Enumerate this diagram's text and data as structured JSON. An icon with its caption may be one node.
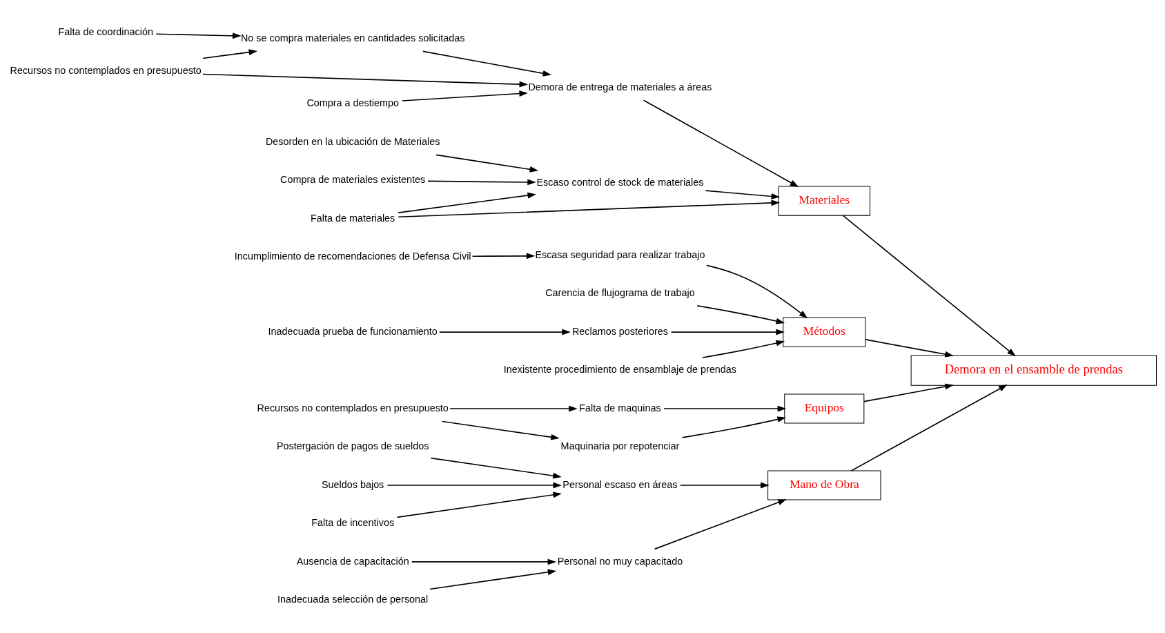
{
  "diagram": {
    "nodes": [
      {
        "text": [
          "Mano de Obra"
        ]
      },
      {
        "text": [
          "Postergación de pagos de sueldos"
        ]
      },
      {
        "text": [
          "Personal escaso en áreas"
        ]
      },
      {
        "text": [
          "Sueldos bajos"
        ]
      },
      {
        "text": [
          "Falta de incentivos"
        ]
      },
      {
        "text": [
          "Ausencia de capacitación"
        ]
      },
      {
        "text": [
          "Personal no muy capacitado"
        ]
      },
      {
        "text": [
          "Inadecuada selección de personal"
        ]
      },
      {
        "text": [
          "Materiales"
        ]
      },
      {
        "text": [
          "Recursos no contemplados en presupuesto"
        ]
      },
      {
        "text": [
          "No se compra materiales en cantidades solicitadas"
        ]
      },
      {
        "text": [
          "Falta de coordinación"
        ]
      },
      {
        "text": [
          "Compra a destiempo"
        ]
      },
      {
        "text": [
          "Demora de entrega de materiales a áreas"
        ]
      },
      {
        "text": [
          "Desorden en la ubicación de Materiales"
        ]
      },
      {
        "text": [
          "Escaso control de stock de materiales"
        ]
      },
      {
        "text": [
          "Compra de materiales existentes"
        ]
      },
      {
        "text": [
          "Falta de materiales"
        ]
      },
      {
        "text": [
          "Demora en el ensamble de prendas"
        ]
      },
      {
        "text": [
          "Métodos"
        ]
      },
      {
        "text": [
          "Escasa seguridad para realizar trabajo"
        ]
      },
      {
        "text": [
          "Incumplimiento de recomendaciones de Defensa Civil"
        ]
      },
      {
        "text": [
          "Carencia de flujograma de trabajo"
        ]
      },
      {
        "text": [
          "Reclamos posteriores"
        ]
      },
      {
        "text": [
          "Inadecuada prueba de funcionamiento"
        ]
      },
      {
        "text": [
          "Inexistente procedimiento de ensamblaje de prendas"
        ]
      },
      {
        "text": [
          "Equipos"
        ]
      },
      {
        "text": [
          "Falta de maquinas"
        ]
      },
      {
        "text": [
          "Recursos no contemplados en presupuesto"
        ]
      },
      {
        "text": [
          "Maquinaria por repotenciar"
        ]
      }
    ],
    "edges": [
      {
        "from": 0,
        "to": 18,
        "arrow": "to"
      },
      {
        "from": 8,
        "to": 18,
        "arrow": "to"
      },
      {
        "from": 19,
        "to": 18,
        "arrow": "to"
      },
      {
        "from": 26,
        "to": 18,
        "arrow": "to"
      },
      {
        "from": 1,
        "to": 2,
        "arrow": "to"
      },
      {
        "from": 3,
        "to": 2,
        "arrow": "to"
      },
      {
        "from": 4,
        "to": 2,
        "arrow": "to"
      },
      {
        "from": 2,
        "to": 0,
        "arrow": "to"
      },
      {
        "from": 5,
        "to": 6,
        "arrow": "to"
      },
      {
        "from": 7,
        "to": 6,
        "arrow": "to"
      },
      {
        "from": 6,
        "to": 0,
        "arrow": "to"
      },
      {
        "from": 9,
        "to": 10,
        "arrow": "to"
      },
      {
        "from": 9,
        "to": 13,
        "arrow": "to"
      },
      {
        "from": 10,
        "to": 13,
        "arrow": "to"
      },
      {
        "from": 11,
        "to": 10,
        "arrow": "to"
      },
      {
        "from": 12,
        "to": 13,
        "arrow": "to"
      },
      {
        "from": 13,
        "to": 8,
        "arrow": "to"
      },
      {
        "from": 14,
        "to": 15,
        "arrow": "to"
      },
      {
        "from": 16,
        "to": 15,
        "arrow": "to"
      },
      {
        "from": 17,
        "to": 15,
        "arrow": "to"
      },
      {
        "from": 17,
        "to": 8,
        "arrow": "to"
      },
      {
        "from": 15,
        "to": 8,
        "arrow": "to"
      },
      {
        "from": 21,
        "to": 20,
        "arrow": "to"
      },
      {
        "from": 20,
        "to": 19,
        "arrow": "to"
      },
      {
        "from": 22,
        "to": 19,
        "arrow": "to"
      },
      {
        "from": 24,
        "to": 23,
        "arrow": "to"
      },
      {
        "from": 23,
        "to": 19,
        "arrow": "to"
      },
      {
        "from": 25,
        "to": 19,
        "arrow": "to"
      },
      {
        "from": 28,
        "to": 27,
        "arrow": "to"
      },
      {
        "from": 28,
        "to": 29,
        "arrow": "to"
      },
      {
        "from": 27,
        "to": 26,
        "arrow": "to"
      },
      {
        "from": 29,
        "to": 26,
        "arrow": "to"
      }
    ]
  }
}
